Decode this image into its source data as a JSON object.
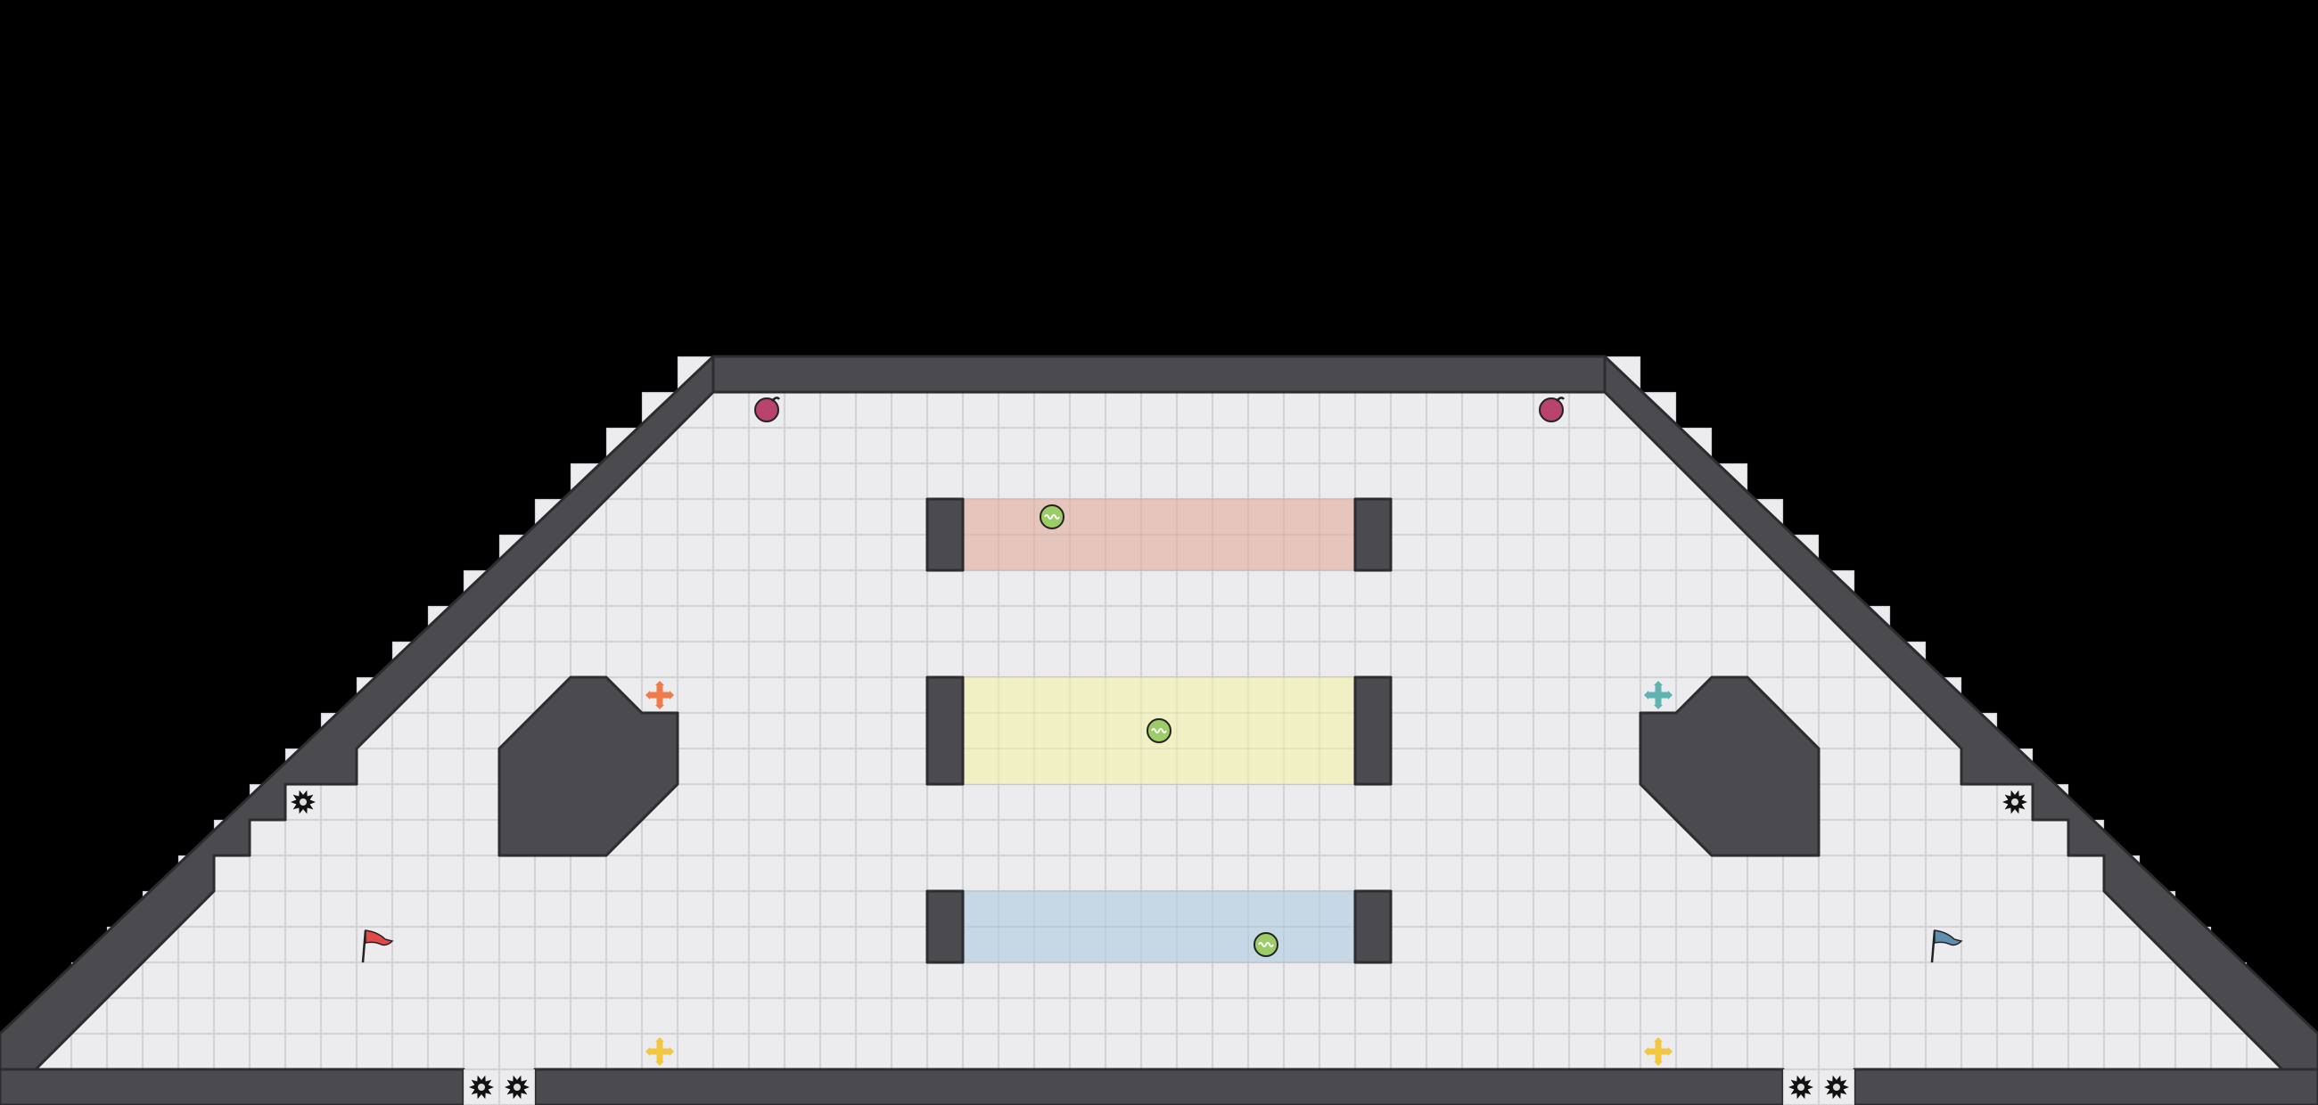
{
  "map": {
    "type": "capture-the-flag arena",
    "colors": {
      "background": "#000000",
      "floor": "#ececee",
      "grid_line": "#d3d3d7",
      "wall": "#4a4a4f",
      "wall_outline": "#2c2c30",
      "zone_red": "#e6c6bc",
      "zone_yellow": "#f0f0c4",
      "zone_blue": "#c6d8e6",
      "flag_red": "#e24a4a",
      "flag_blue": "#5e8fb0",
      "boost_orange": "#f07a4a",
      "boost_teal": "#5fb3b0",
      "boost_yellow": "#f2c744",
      "bomb": "#b8436d",
      "powerup": "#9ccc65"
    },
    "zones": [
      {
        "team": "red"
      },
      {
        "team": "neutral"
      },
      {
        "team": "blue"
      }
    ],
    "flags": [
      {
        "team": "red",
        "icon": "red-flag-icon"
      },
      {
        "team": "blue",
        "icon": "blue-flag-icon"
      }
    ],
    "boosts": [
      {
        "color": "orange",
        "icon": "boost-orange-icon"
      },
      {
        "color": "teal",
        "icon": "boost-teal-icon"
      },
      {
        "color": "yellow",
        "icon": "boost-yellow-icon"
      },
      {
        "color": "yellow",
        "icon": "boost-yellow-icon"
      }
    ],
    "bombs": [
      {
        "icon": "bomb-icon"
      },
      {
        "icon": "bomb-icon"
      }
    ],
    "powerups": [
      {
        "icon": "powerup-icon"
      },
      {
        "icon": "powerup-icon"
      },
      {
        "icon": "powerup-icon"
      }
    ],
    "spikes": [
      {
        "icon": "spike-icon"
      },
      {
        "icon": "spike-icon"
      },
      {
        "icon": "spike-icon"
      },
      {
        "icon": "spike-icon"
      },
      {
        "icon": "spike-icon"
      },
      {
        "icon": "spike-icon"
      }
    ]
  }
}
